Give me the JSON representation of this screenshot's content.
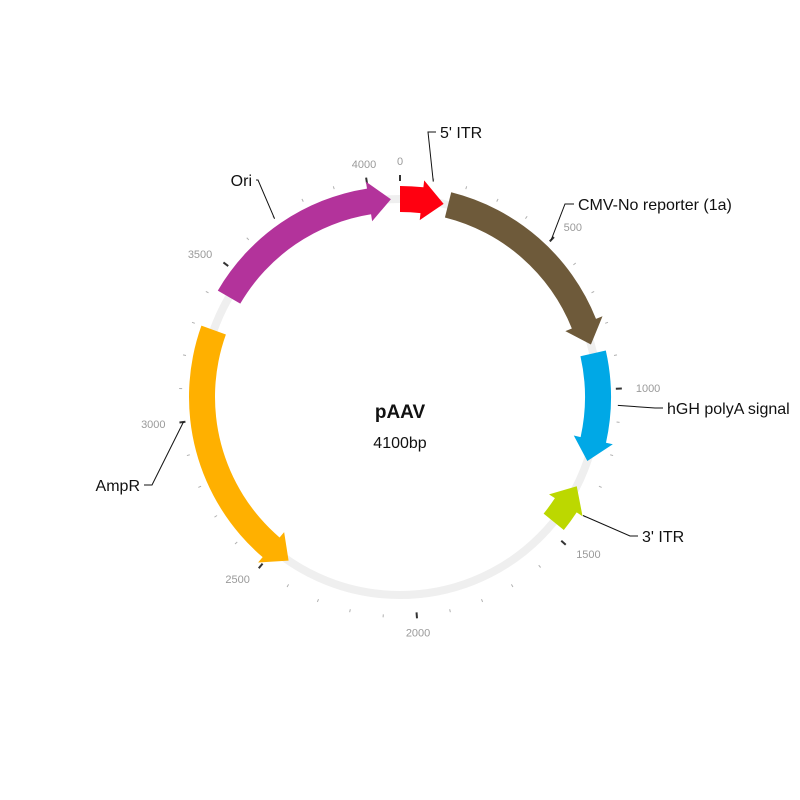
{
  "plasmid": {
    "name": "pAAV",
    "size_label": "4100bp",
    "length_bp": 4100,
    "backbone_color": "#efefef",
    "tick_labels": [
      "0",
      "500",
      "1000",
      "1500",
      "2000",
      "2500",
      "3000",
      "3500",
      "4000"
    ],
    "major_tick_step": 500,
    "minor_tick_step": 100
  },
  "features": [
    {
      "id": "itr5",
      "label": "5' ITR",
      "color": "#ff0010",
      "start": 0,
      "end": 145,
      "direction": "forward"
    },
    {
      "id": "cmv",
      "label": "CMV-No reporter (1a)",
      "color": "#6e5a3a",
      "start": 160,
      "end": 850,
      "direction": "forward"
    },
    {
      "id": "hgh",
      "label": "hGH polyA signal",
      "color": "#00a8e6",
      "start": 880,
      "end": 1240,
      "direction": "forward"
    },
    {
      "id": "itr3",
      "label": "3' ITR",
      "color": "#bcd800",
      "start": 1330,
      "end": 1470,
      "direction": "reverse"
    },
    {
      "id": "ampr",
      "label": "AmpR",
      "color": "#ffb000",
      "start": 2440,
      "end": 3300,
      "direction": "reverse"
    },
    {
      "id": "ori",
      "label": "Ori",
      "color": "#b3339b",
      "start": 3420,
      "end": 4070,
      "direction": "forward"
    }
  ]
}
